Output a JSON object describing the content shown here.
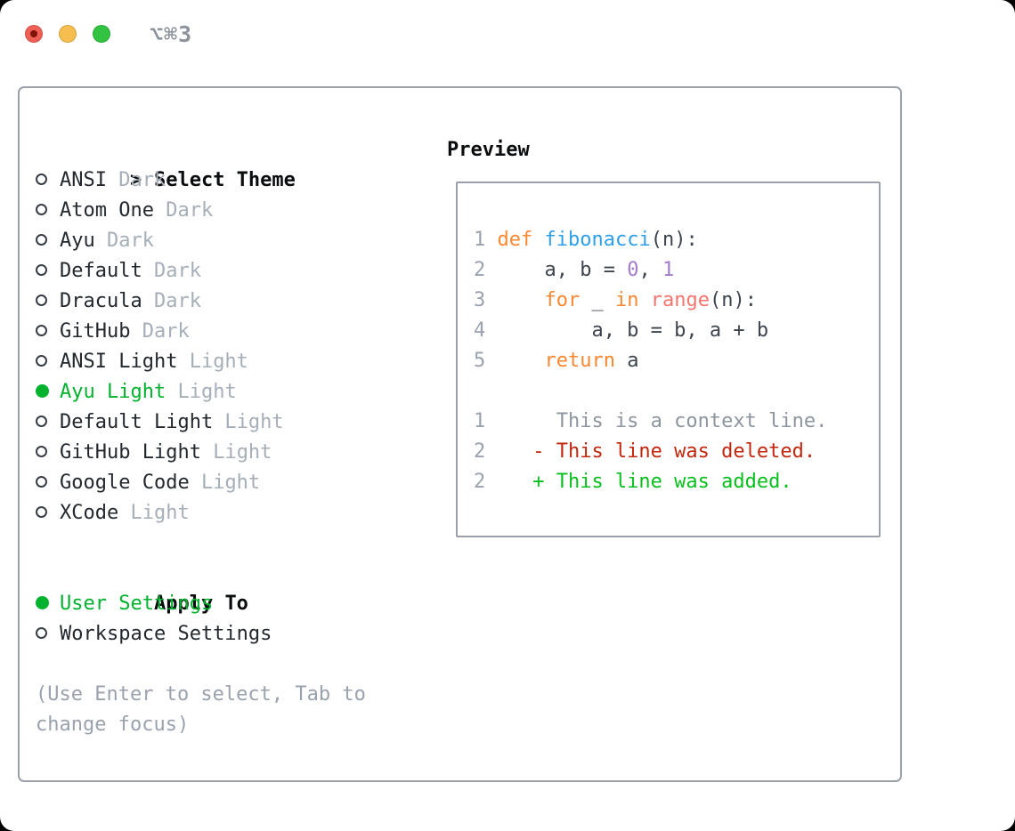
{
  "titlebar": {
    "shortcut": "⌥⌘3",
    "buttons": [
      "close",
      "minimize",
      "zoom"
    ]
  },
  "theme_panel": {
    "header": {
      "cursor": ">",
      "label": "Select Theme"
    },
    "themes": [
      {
        "name": "ANSI",
        "variant": "Dark",
        "selected": false
      },
      {
        "name": "Atom One",
        "variant": "Dark",
        "selected": false
      },
      {
        "name": "Ayu",
        "variant": "Dark",
        "selected": false
      },
      {
        "name": "Default",
        "variant": "Dark",
        "selected": false
      },
      {
        "name": "Dracula",
        "variant": "Dark",
        "selected": false
      },
      {
        "name": "GitHub",
        "variant": "Dark",
        "selected": false
      },
      {
        "name": "ANSI Light",
        "variant": "Light",
        "selected": false
      },
      {
        "name": "Ayu Light",
        "variant": "Light",
        "selected": true
      },
      {
        "name": "Default Light",
        "variant": "Light",
        "selected": false
      },
      {
        "name": "GitHub Light",
        "variant": "Light",
        "selected": false
      },
      {
        "name": "Google Code",
        "variant": "Light",
        "selected": false
      },
      {
        "name": "XCode",
        "variant": "Light",
        "selected": false
      }
    ],
    "apply_to": {
      "label": "Apply To",
      "options": [
        {
          "name": "User Settings",
          "selected": true
        },
        {
          "name": "Workspace Settings",
          "selected": false
        }
      ]
    },
    "hint": "(Use Enter to select, Tab to change focus)"
  },
  "preview": {
    "header": "Preview",
    "lines": [
      {
        "num": "1",
        "tokens": [
          {
            "t": "def",
            "c": "kw"
          },
          {
            "t": " ",
            "c": "pln"
          },
          {
            "t": "fibonacci",
            "c": "fn"
          },
          {
            "t": "(n):",
            "c": "pln"
          }
        ]
      },
      {
        "num": "2",
        "tokens": [
          {
            "t": "    a, b = ",
            "c": "pln"
          },
          {
            "t": "0",
            "c": "const"
          },
          {
            "t": ", ",
            "c": "pln"
          },
          {
            "t": "1",
            "c": "const"
          }
        ]
      },
      {
        "num": "3",
        "tokens": [
          {
            "t": "    ",
            "c": "pln"
          },
          {
            "t": "for",
            "c": "kw"
          },
          {
            "t": " _ ",
            "c": "pln"
          },
          {
            "t": "in",
            "c": "kw"
          },
          {
            "t": " ",
            "c": "pln"
          },
          {
            "t": "range",
            "c": "call"
          },
          {
            "t": "(n):",
            "c": "pln"
          }
        ]
      },
      {
        "num": "4",
        "tokens": [
          {
            "t": "        a, b = b, a + b",
            "c": "pln"
          }
        ]
      },
      {
        "num": "5",
        "tokens": [
          {
            "t": "    ",
            "c": "pln"
          },
          {
            "t": "return",
            "c": "kw"
          },
          {
            "t": " a",
            "c": "pln"
          }
        ]
      },
      {
        "num": "",
        "tokens": []
      },
      {
        "num": "1",
        "tokens": [
          {
            "t": "     This is a context line.",
            "c": "ctx"
          }
        ]
      },
      {
        "num": "2",
        "tokens": [
          {
            "t": "   - This line was deleted.",
            "c": "del"
          }
        ]
      },
      {
        "num": "2",
        "tokens": [
          {
            "t": "   + This line was added.",
            "c": "add"
          }
        ]
      }
    ]
  },
  "colors": {
    "selection_green": "#00b22d",
    "diff_added": "#08c01d",
    "diff_deleted": "#c2270e",
    "keyword_orange": "#fb8731",
    "function_blue": "#2e9fe9",
    "builtin_coral": "#f8756f",
    "number_purple": "#a37acc",
    "border_gray": "#9aa1ab",
    "muted_gray": "#a6aeb8",
    "traffic_red": "#ef5f55",
    "traffic_yellow": "#f6be4f",
    "traffic_green": "#31c341"
  }
}
